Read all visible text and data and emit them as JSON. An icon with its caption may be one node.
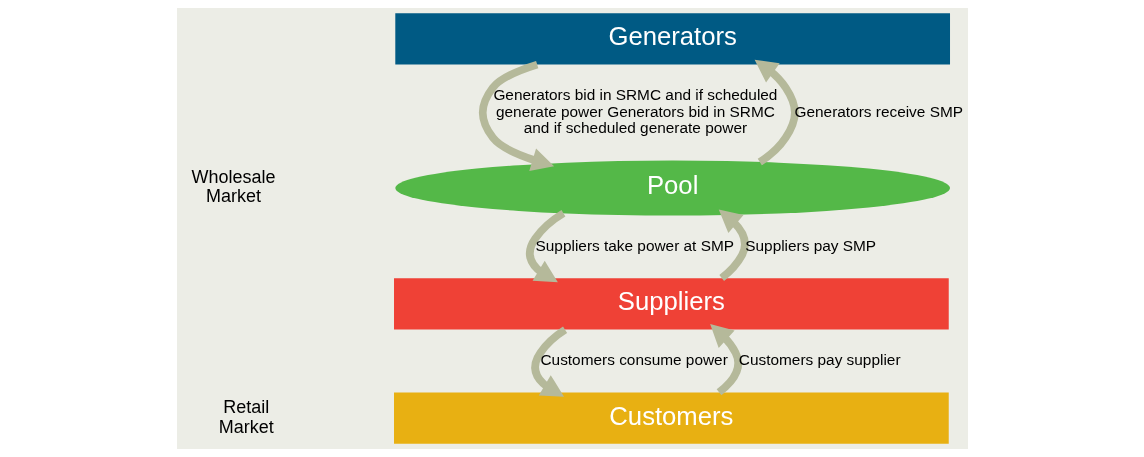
{
  "diagram": {
    "nodes": [
      {
        "text": [
          "Generators"
        ]
      },
      {
        "text": [
          "Pool"
        ]
      },
      {
        "text": [
          "Suppliers"
        ]
      },
      {
        "text": [
          "Customers"
        ]
      }
    ],
    "edges": [
      {
        "from": 0,
        "to": 1,
        "arrow": "to",
        "label": "Generators bid in SRMC and if scheduled generate power Generators bid in SRMC and if scheduled generate power"
      },
      {
        "from": 1,
        "to": 0,
        "arrow": "to",
        "label": "Generators receive SMP"
      },
      {
        "from": 1,
        "to": 2,
        "arrow": "to",
        "label": "Suppliers take power at SMP"
      },
      {
        "from": 2,
        "to": 1,
        "arrow": "to",
        "label": "Suppliers pay SMP"
      },
      {
        "from": 2,
        "to": 3,
        "arrow": "to",
        "label": "Customers consume power"
      },
      {
        "from": 3,
        "to": 2,
        "arrow": "to",
        "label": "Customers pay supplier"
      }
    ],
    "labels": [
      "Wholesale Market",
      "Retail Market"
    ]
  }
}
